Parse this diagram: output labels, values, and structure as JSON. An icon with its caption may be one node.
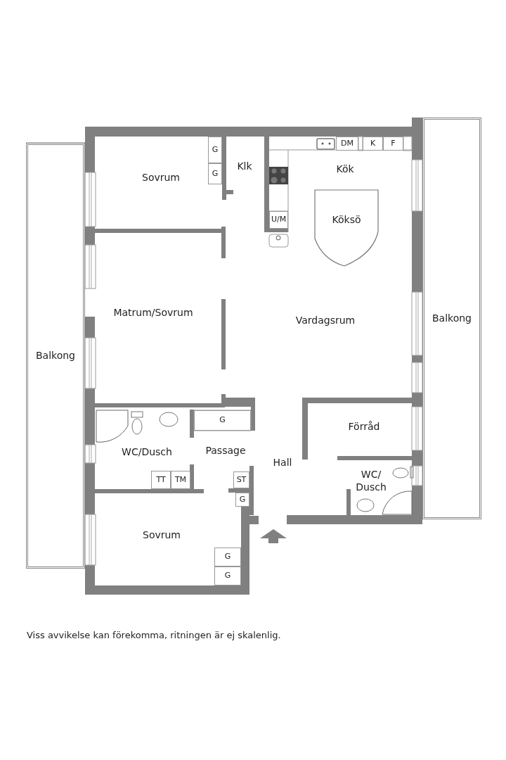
{
  "diagram": {
    "caption": "Viss avvikelse kan förekomma, ritningen är ej skalenlig.",
    "nodes": [
      {
        "text": [
          "G"
        ]
      },
      {
        "text": [
          "G"
        ]
      },
      {
        "text": [
          "DM"
        ]
      },
      {
        "text": [
          "K"
        ]
      },
      {
        "text": [
          "F"
        ]
      },
      {
        "text": [
          "U/M"
        ]
      },
      {
        "text": [
          "Köksö"
        ]
      },
      {
        "text": [
          "Balkong"
        ]
      },
      {
        "text": [
          "Balkong"
        ]
      },
      {
        "text": [
          "G"
        ]
      },
      {
        "text": [
          "TT"
        ]
      },
      {
        "text": [
          "TM"
        ]
      },
      {
        "text": [
          "ST"
        ]
      },
      {
        "text": [
          "G"
        ]
      },
      {
        "text": [
          "G"
        ]
      },
      {
        "text": [
          "G"
        ]
      }
    ],
    "labels": [
      "Klk",
      "Kök",
      "Sovrum",
      "Matrum/Sovrum",
      "Vardagsrum",
      "Förråd",
      "Passage",
      "WC/Dusch",
      "Hall",
      "WC/ Dusch",
      "Sovrum"
    ]
  }
}
